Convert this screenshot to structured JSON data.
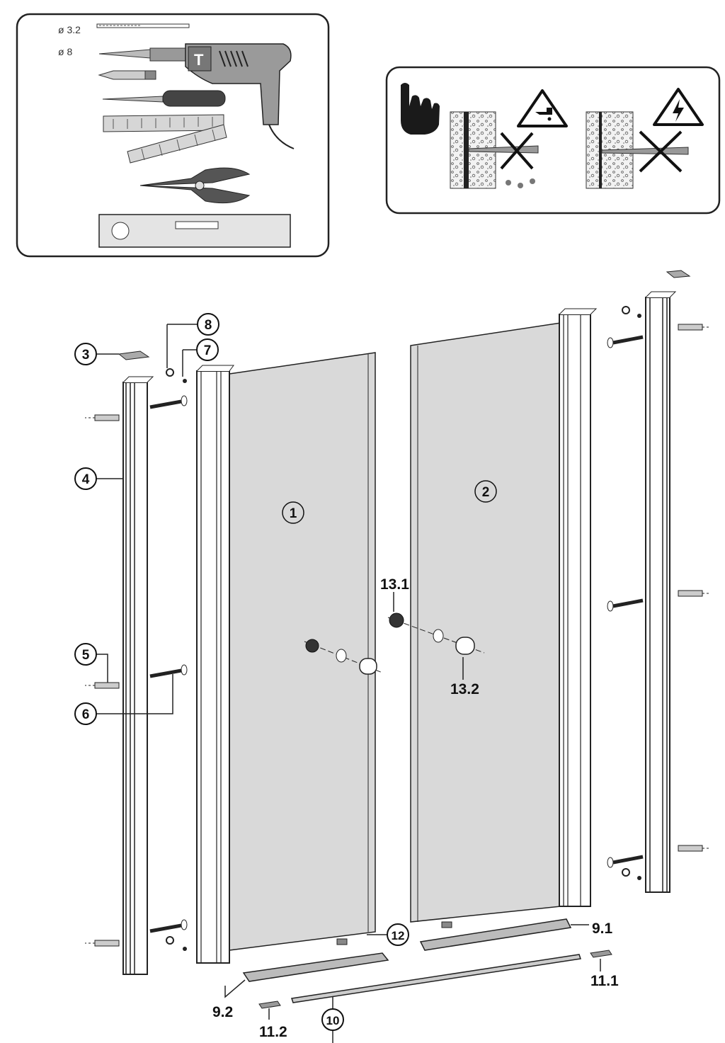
{
  "tools_panel": {
    "drill_bit_small": "ø 3.2",
    "drill_bit_large": "ø 8",
    "drill_brand_letter": "T"
  },
  "warning_panel": {
    "icons": [
      "pointing-hand-icon",
      "water-pipe-warning-icon",
      "electric-warning-icon"
    ]
  },
  "parts": {
    "p1": "1",
    "p2": "2",
    "p3": "3",
    "p4": "4",
    "p5": "5",
    "p6": "6",
    "p7": "7",
    "p8": "8",
    "p9_1": "9.1",
    "p9_2": "9.2",
    "p10": "10",
    "p11_1": "11.1",
    "p11_2": "11.2",
    "p12": "12",
    "p13_1": "13.1",
    "p13_2": "13.2"
  },
  "colors": {
    "line": "#1a1a1a",
    "glass": "#d9d9d9",
    "panel_border": "#222222"
  }
}
